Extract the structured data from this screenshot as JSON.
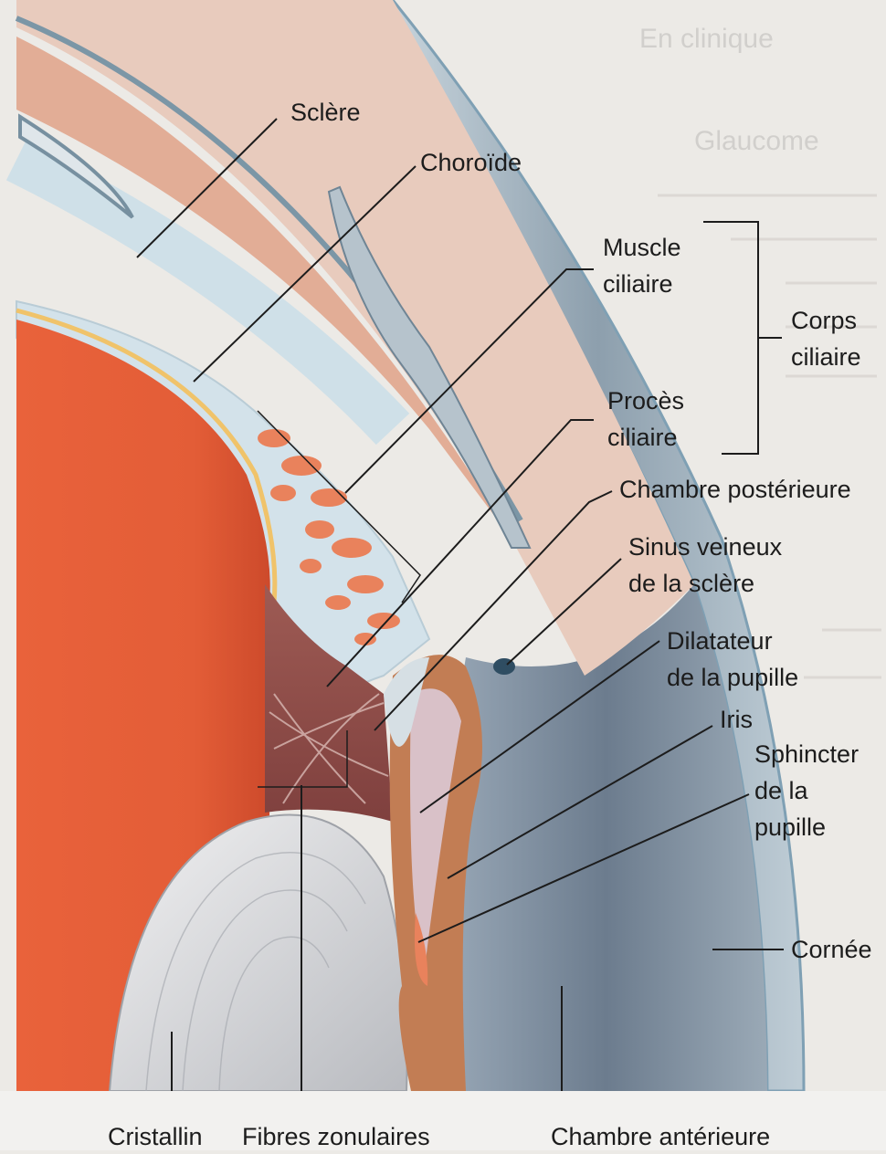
{
  "figure": {
    "labels": {
      "sclere": "Sclère",
      "choroide": "Choroïde",
      "muscle_ciliaire_1": "Muscle",
      "muscle_ciliaire_2": "ciliaire",
      "corps_ciliaire_1": "Corps",
      "corps_ciliaire_2": "ciliaire",
      "proces_ciliaire_1": "Procès",
      "proces_ciliaire_2": "ciliaire",
      "chambre_posterieure": "Chambre postérieure",
      "sinus_1": "Sinus veineux",
      "sinus_2": "de la sclère",
      "dilatateur_1": "Dilatateur",
      "dilatateur_2": "de la pupille",
      "iris": "Iris",
      "sphincter_1": "Sphincter",
      "sphincter_2": "de la",
      "sphincter_3": "pupille",
      "cornee": "Cornée",
      "cristallin": "Cristallin",
      "fibres_zonulaires": "Fibres zonulaires",
      "chambre_anterieure": "Chambre antérieure"
    }
  },
  "background_page": {
    "header": "En clinique",
    "subheader": "Glaucome"
  },
  "colors": {
    "page_bg": "#eceae6",
    "sclera": "#e7cabd",
    "choroid": "#d98a6c",
    "ciliary_body": "#cfdfe7",
    "lens_body": "#e35f38",
    "lens_nucleus": "#d7d8da",
    "iris": "#c08a64",
    "cornea": "#a8bfca",
    "anterior_chamber": "#7d8fa0",
    "leader_line": "#1c1c1c"
  }
}
